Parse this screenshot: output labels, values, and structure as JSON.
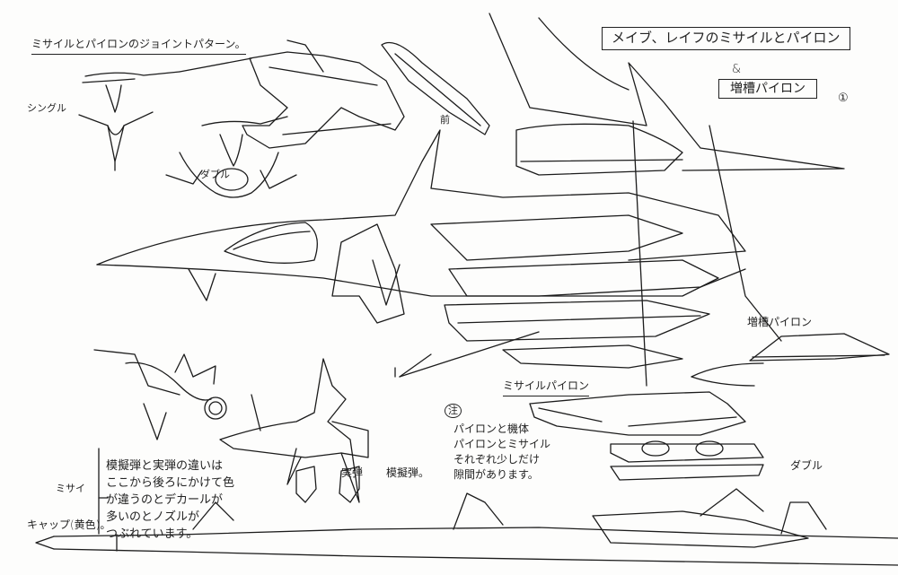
{
  "title": "メイブ、レイフのミサイルとパイロン",
  "ampersand": "&",
  "subtitle": "増槽パイロン",
  "sheet_number": "①",
  "labels": {
    "joint_pattern": "ミサイルとパイロンのジョイントパターン。",
    "single": "シングル",
    "double_top": "ダブル",
    "front": "前",
    "drop_tank_pylon": "増槽パイロン",
    "missile_pylon": "ミサイルパイロン",
    "double_right": "ダブル",
    "live_round": "実弾",
    "dummy_round": "模擬弾。",
    "missile": "ミサイ",
    "cap": "キャップ(黄色)。"
  },
  "notes": {
    "note_mark": "注",
    "gap_note": "パイロンと機体\nパイロンとミサイル\nそれぞれ少しだけ\n隙間があります。",
    "dummy_vs_live": "模擬弾と実弾の違いは\nここから後ろにかけて色\nが違うのとデカールが\n多いのとノズルが\nつぶれています。"
  }
}
